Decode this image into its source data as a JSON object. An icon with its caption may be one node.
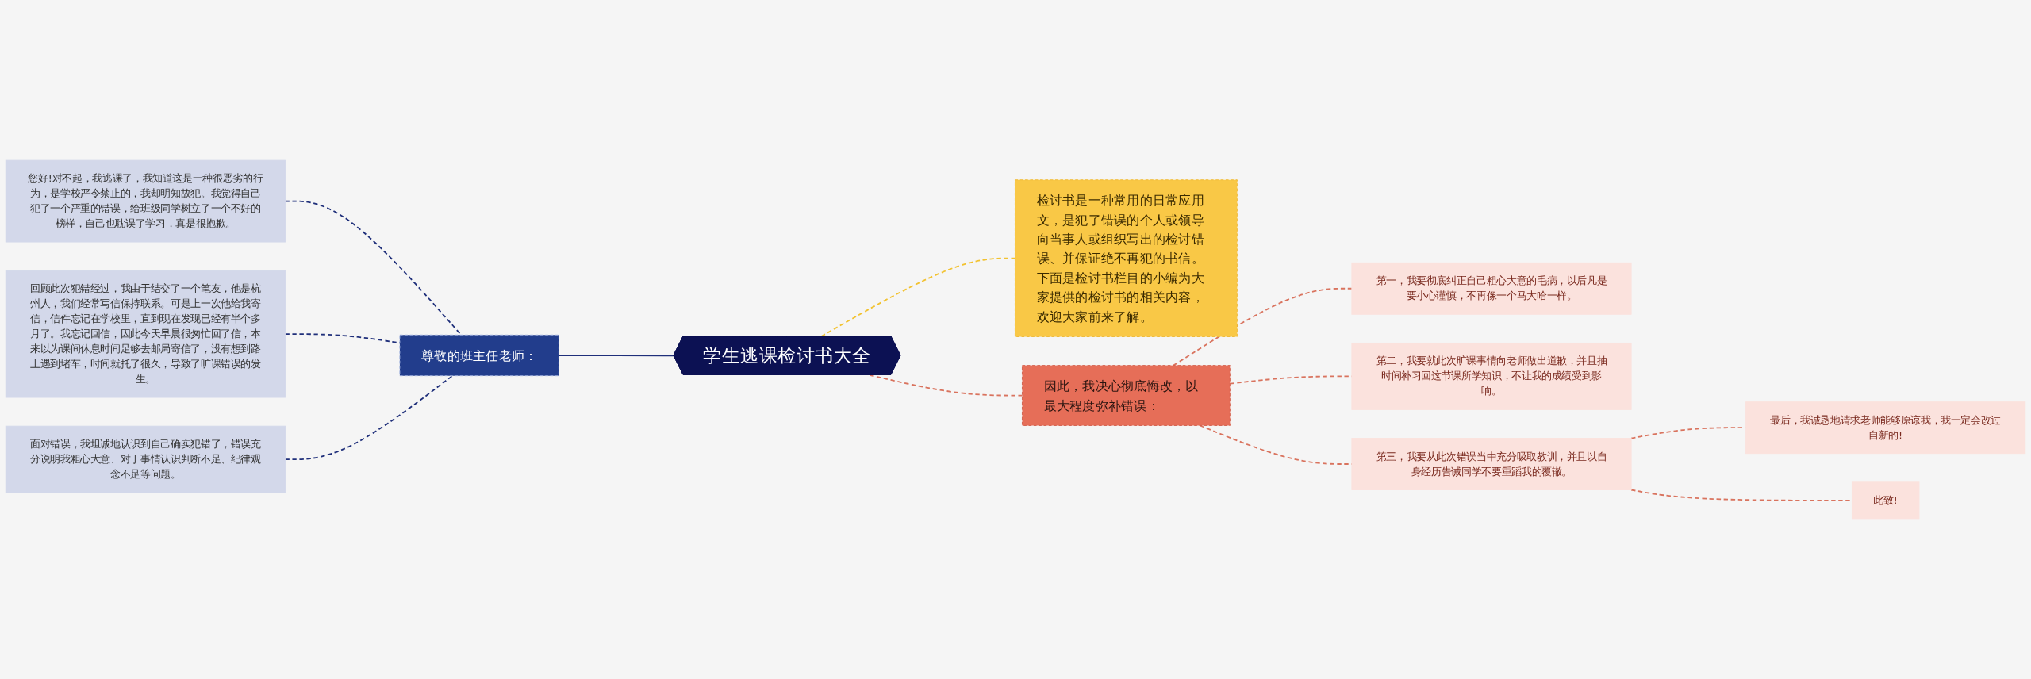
{
  "diagram": {
    "nodes": [
      {
        "text": [
          "学生逃课检讨书大全"
        ]
      },
      {
        "text": [
          "尊敬的班主任老师："
        ]
      },
      {
        "text": [
          "您好!对不起，我逃课了，我知道这是一种很恶劣的行为，是学校严令禁止的，我却明知故犯。我觉得自己犯了一个严重的错误，给班级同学树立了一个不好的榜样，自己也耽误了学习，真是很抱歉。"
        ]
      },
      {
        "text": [
          "回顾此次犯错经过，我由于结交了一个笔友，他是杭州人，我们经常写信保持联系。可是上一次他给我寄信，信件忘记在学校里，直到现在发现已经有半个多月了。我忘记回信，因此今天早晨很匆忙回了信，本来以为课间休息时间足够去邮局寄信了，没有想到路上遇到堵车，时间就托了很久，导致了旷课错误的发生。"
        ]
      },
      {
        "text": [
          "面对错误，我坦诚地认识到自己确实犯错了，错误充分说明我粗心大意、对于事情认识判断不足、纪律观念不足等问题。"
        ]
      },
      {
        "text": [
          "检讨书是一种常用的日常应用文，是犯了错误的个人或领导向当事人或组织写出的检讨错误、并保证绝不再犯的书信。下面是检讨书栏目的小编为大家提供的检讨书的相关内容，欢迎大家前来了解。"
        ]
      },
      {
        "text": [
          "因此，我决心彻底悔改，以最大程度弥补错误："
        ]
      },
      {
        "text": [
          "第一，我要彻底纠正自己粗心大意的毛病，以后凡是要小心谨慎，不再像一个马大哈一样。"
        ]
      },
      {
        "text": [
          "第二，我要就此次旷课事情向老师做出道歉，并且抽时间补习回这节课所学知识，不让我的成绩受到影响。"
        ]
      },
      {
        "text": [
          "第三，我要从此次错误当中充分吸取教训，并且以自身经历告诫同学不要重蹈我的覆辙。"
        ]
      },
      {
        "text": [
          "最后，我诚恳地请求老师能够原谅我，我一定会改过自新的!"
        ]
      },
      {
        "text": [
          "此致!"
        ]
      }
    ],
    "edges": [
      {
        "from": 1,
        "to": 0,
        "arrow": "none",
        "color": "#1f2f7a"
      },
      {
        "from": 2,
        "to": 1,
        "arrow": "none",
        "style": "dashed",
        "color": "#1f2f7a"
      },
      {
        "from": 3,
        "to": 1,
        "arrow": "none",
        "style": "dashed",
        "color": "#1f2f7a"
      },
      {
        "from": 4,
        "to": 1,
        "arrow": "none",
        "style": "dashed",
        "color": "#1f2f7a"
      },
      {
        "from": 0,
        "to": 5,
        "arrow": "none",
        "style": "dashed",
        "color": "#f2c230"
      },
      {
        "from": 0,
        "to": 6,
        "arrow": "none",
        "style": "dashed"
      },
      {
        "from": 6,
        "to": 7,
        "arrow": "none",
        "style": "dashed"
      },
      {
        "from": 6,
        "to": 8,
        "arrow": "none",
        "style": "dashed"
      },
      {
        "from": 6,
        "to": 9,
        "arrow": "none",
        "style": "dashed"
      },
      {
        "from": 9,
        "to": 10,
        "arrow": "none",
        "style": "dashed"
      },
      {
        "from": 9,
        "to": 11,
        "arrow": "none",
        "style": "dashed"
      }
    ]
  }
}
